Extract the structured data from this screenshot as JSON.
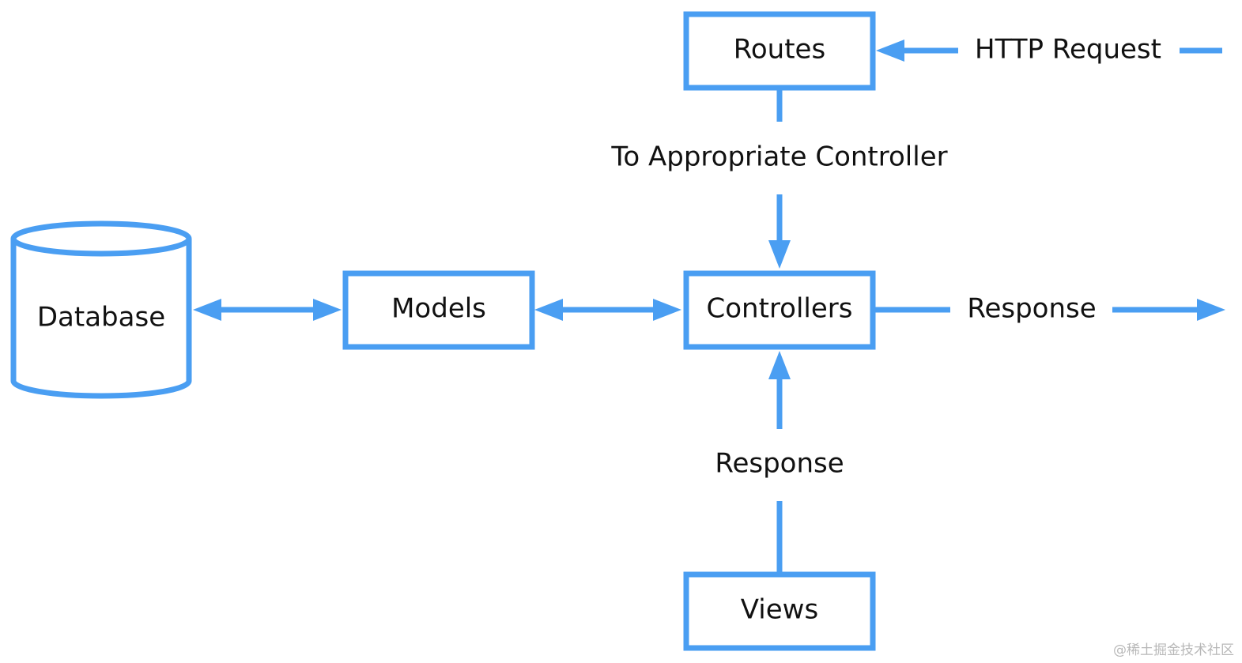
{
  "colors": {
    "accent": "#4a9ef2",
    "text": "#111111",
    "watermark": "#b8b8b8"
  },
  "nodes": {
    "routes": "Routes",
    "controllers": "Controllers",
    "models": "Models",
    "database": "Database",
    "views": "Views"
  },
  "edges": {
    "http_request": "HTTP Request",
    "to_controller": "To Appropriate Controller",
    "response_out": "Response",
    "response_views": "Response"
  },
  "watermark": "@稀土掘金技术社区"
}
